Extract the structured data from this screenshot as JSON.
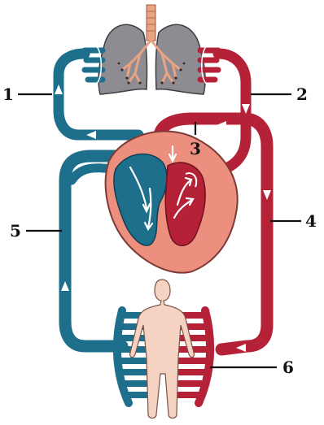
{
  "diagram": {
    "labels": [
      "1",
      "2",
      "3",
      "4",
      "5",
      "6"
    ],
    "colors": {
      "deoxygenated_blood": "#1d6f8c",
      "oxygenated_blood": "#b52238",
      "lung_tissue": "#8e8c93",
      "airways": "#e8a383",
      "heart_muscle": "#ec8f7f",
      "body_figure": "#f6d2c3"
    },
    "icons": [
      "lungs-icon",
      "heart-icon",
      "human-body-icon",
      "capillary-bed-icon"
    ]
  }
}
